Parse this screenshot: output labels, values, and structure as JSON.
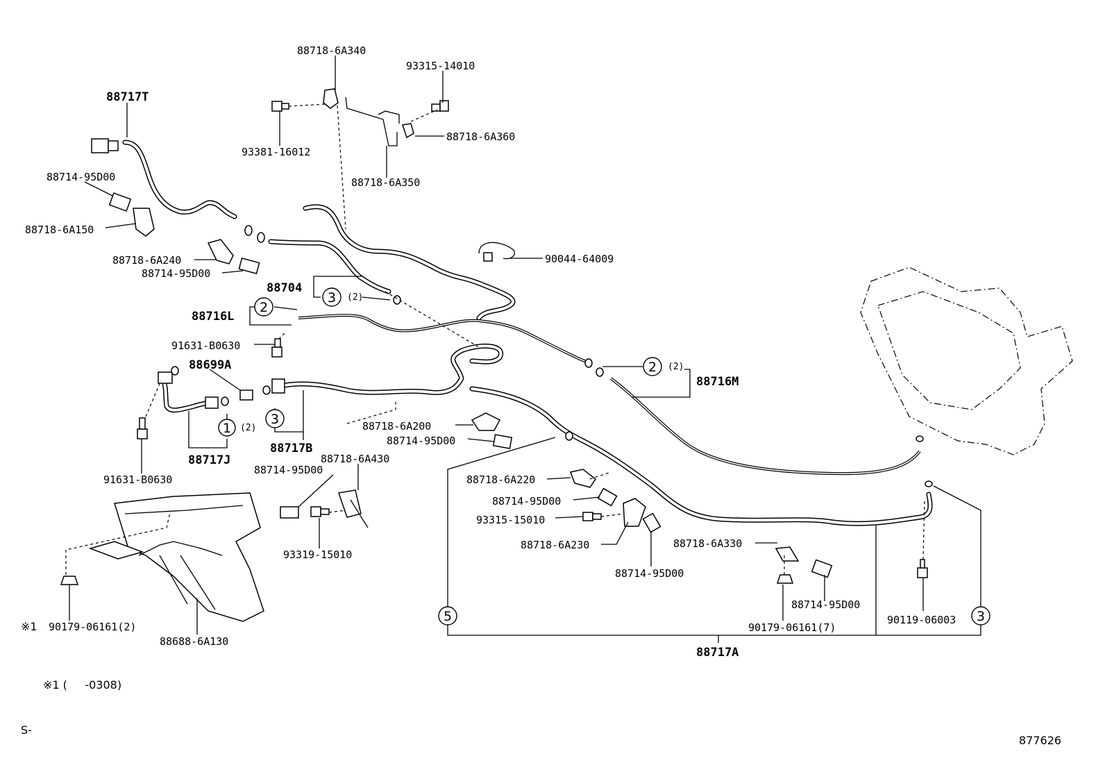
{
  "diagram": {
    "callouts": {
      "c_88718_6A340": "88718-6A340",
      "c_93315_14010": "93315-14010",
      "c_88717T": "88717T",
      "c_93381_16012": "93381-16012",
      "c_88718_6A360": "88718-6A360",
      "c_88718_6A350": "88718-6A350",
      "c_88714_95D00_a": "88714-95D00",
      "c_88718_6A150": "88718-6A150",
      "c_88718_6A240": "88718-6A240",
      "c_88714_95D00_b": "88714-95D00",
      "c_90044_64009": "90044-64009",
      "c_88704": "88704",
      "c_88716L": "88716L",
      "c_91631_B0630_a": "91631-B0630",
      "c_88699A": "88699A",
      "c_88716M": "88716M",
      "c_88718_6A200": "88718-6A200",
      "c_88714_95D00_c": "88714-95D00",
      "c_88717B": "88717B",
      "c_88717J": "88717J",
      "c_88718_6A430": "88718-6A430",
      "c_91631_B0630_b": "91631-B0630",
      "c_88714_95D00_d": "88714-95D00",
      "c_88718_6A220": "88718-6A220",
      "c_88714_95D00_e": "88714-95D00",
      "c_93315_15010": "93315-15010",
      "c_88718_6A230": "88718-6A230",
      "c_93319_15010": "93319-15010",
      "c_88718_6A330": "88718-6A330",
      "c_88714_95D00_f": "88714-95D00",
      "c_88714_95D00_g": "88714-95D00",
      "c_90179_06161_2": "90179-06161(2)",
      "c_88688_6A130": "88688-6A130",
      "c_90179_06161_7": "90179-06161(7)",
      "c_90119_06003": "90119-06003",
      "c_88717A": "88717A"
    },
    "qty": {
      "q2": "(2)"
    },
    "circles": {
      "one": "1",
      "two": "2",
      "three": "3",
      "five": "5"
    },
    "note_mark": "※1",
    "footnote": "※1 (     -0308)",
    "code_left": "S-",
    "code_right": "877626"
  }
}
